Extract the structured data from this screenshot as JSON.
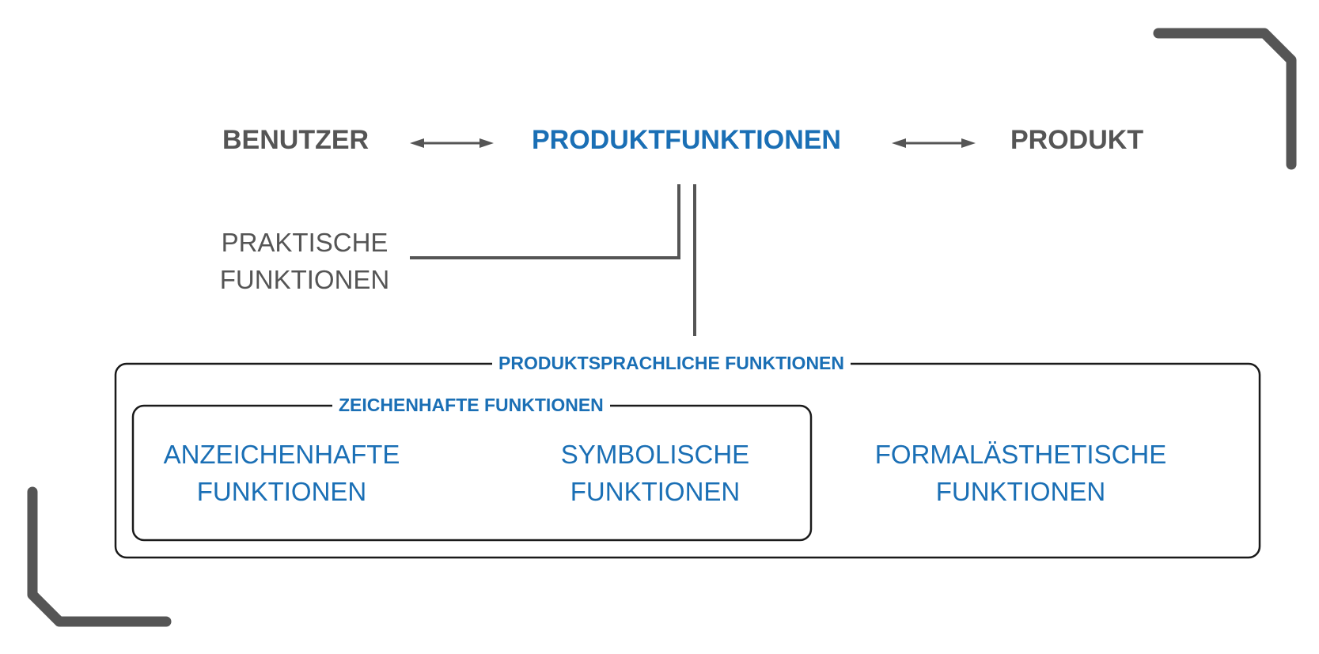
{
  "diagram": {
    "top_row": {
      "user": "BENUTZER",
      "functions": "PRODUKTFUNKTIONEN",
      "product": "PRODUKT"
    },
    "practical": {
      "line1": "PRAKTISCHE",
      "line2": "FUNKTIONEN"
    },
    "language_group": {
      "title": "PRODUKTSPRACHLICHE FUNKTIONEN"
    },
    "sign_group": {
      "title": "ZEICHENHAFTE FUNKTIONEN"
    },
    "indicative": {
      "line1": "ANZEICHENHAFTE",
      "line2": "FUNKTIONEN"
    },
    "symbolic": {
      "line1": "SYMBOLISCHE",
      "line2": "FUNKTIONEN"
    },
    "formal_aesthetic": {
      "line1": "FORMALÄSTHETISCHE",
      "line2": "FUNKTIONEN"
    }
  },
  "colors": {
    "accent": "#1a6fb5",
    "text": "#555555",
    "box_border": "#1a1a1a",
    "bracket": "#555555"
  }
}
